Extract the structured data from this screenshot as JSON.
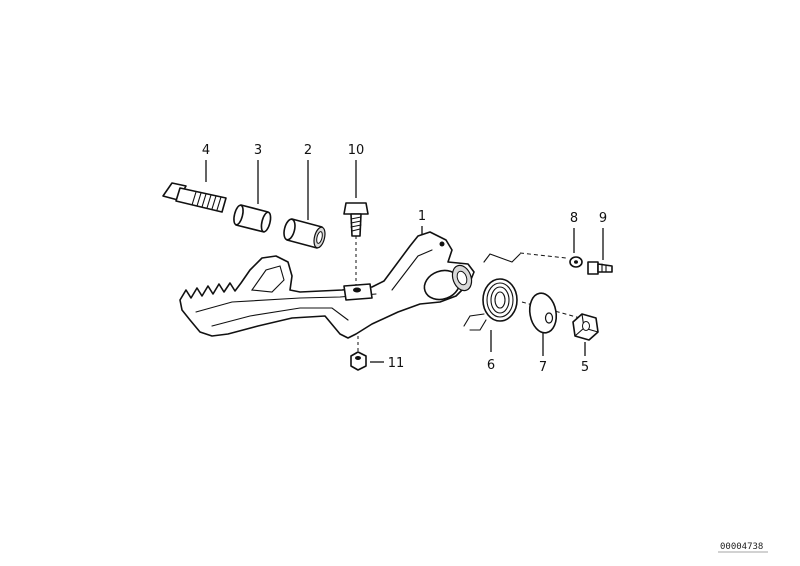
{
  "diagram": {
    "callouts": {
      "c1": "1",
      "c2": "2",
      "c3": "3",
      "c4": "4",
      "c5": "5",
      "c6": "6",
      "c7": "7",
      "c8": "8",
      "c9": "9",
      "c10": "10",
      "c11": "11"
    },
    "reference_number": "00004738",
    "line_color": "#111111",
    "background": "#ffffff"
  }
}
